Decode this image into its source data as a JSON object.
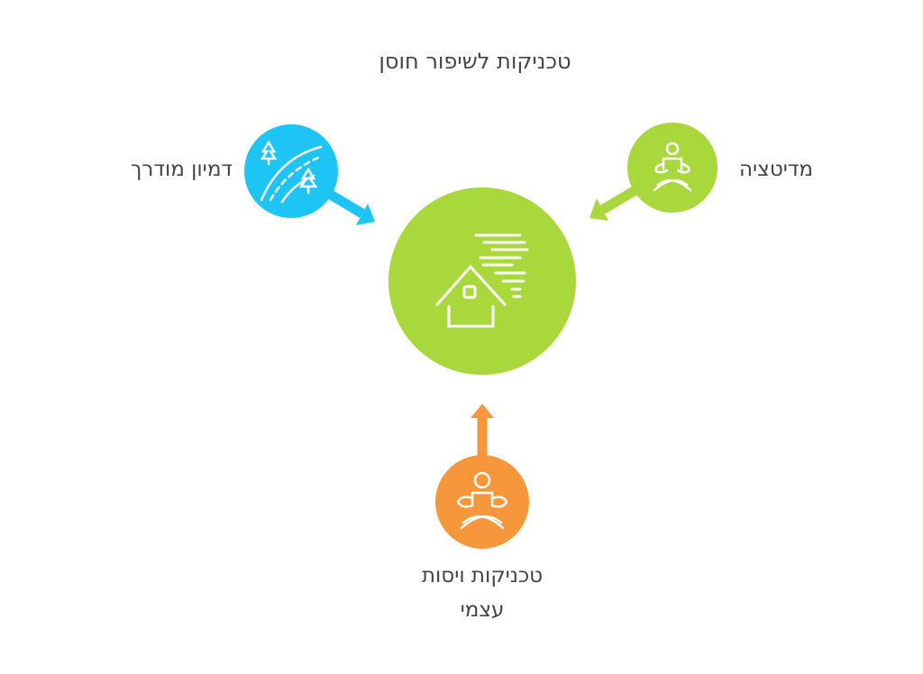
{
  "title": "טכניקות לשיפור חוסן",
  "center": {
    "icon": "house-wind-icon",
    "color": "#a8d83c"
  },
  "nodes": [
    {
      "label": "דמיון מודרך",
      "icon": "road-trees-icon",
      "color": "#1ec4f4"
    },
    {
      "label": "מדיטציה",
      "icon": "meditation-icon",
      "color": "#a8d83c"
    },
    {
      "label_line1": "טכניקות ויסות",
      "label_line2": "עצמי",
      "icon": "yoga-pose-icon",
      "color": "#f5973a"
    }
  ]
}
